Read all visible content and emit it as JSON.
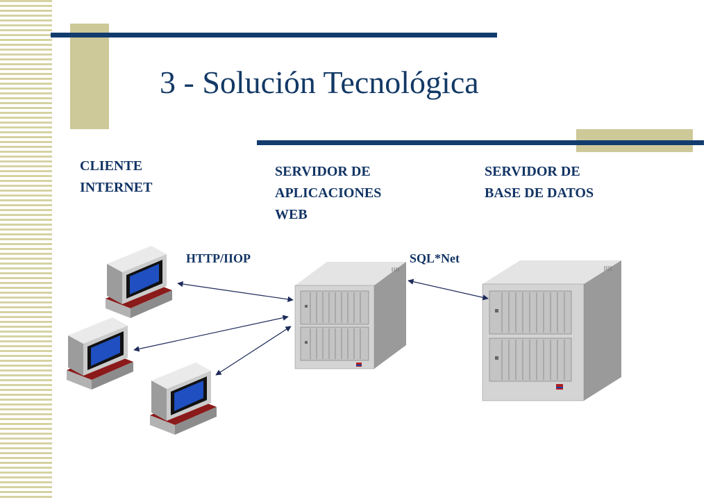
{
  "slide": {
    "title": "3 - Solución Tecnológica",
    "labels": {
      "client": "CLIENTE\nINTERNET",
      "app_server": "SERVIDOR DE\nAPLICACIONES\nWEB",
      "db_server": "SERVIDOR DE\nBASE DE DATOS"
    },
    "protocols": {
      "http": "HTTP/IIOP",
      "sqlnet": "SQL*Net"
    },
    "colors": {
      "title": "#133965",
      "accent_bar": "#123c6e",
      "accent_block": "#cdc998",
      "monitor_screen": "#1f4fc0",
      "desk": "#8b1a1a"
    }
  }
}
